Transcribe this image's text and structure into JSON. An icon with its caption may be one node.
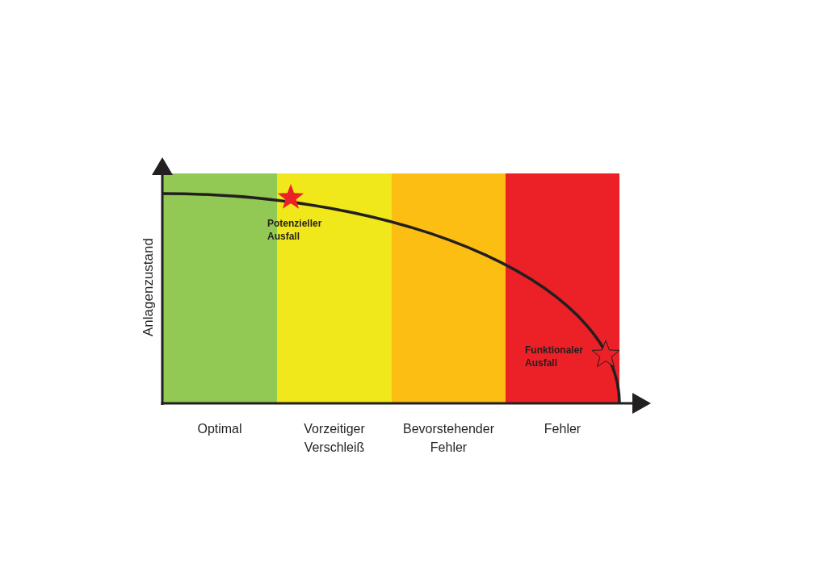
{
  "diagram": {
    "nodes": [
      {
        "text": [
          "Optimal"
        ]
      },
      {
        "text": [
          "Vorzeitiger Verschleiß"
        ]
      },
      {
        "text": [
          "Bevorstehender Fehler"
        ]
      },
      {
        "text": [
          "Fehler"
        ]
      }
    ],
    "labels": [
      "Potenzieller Ausfall",
      "Anlagenzustand",
      "Funktionaler Ausfall"
    ]
  }
}
